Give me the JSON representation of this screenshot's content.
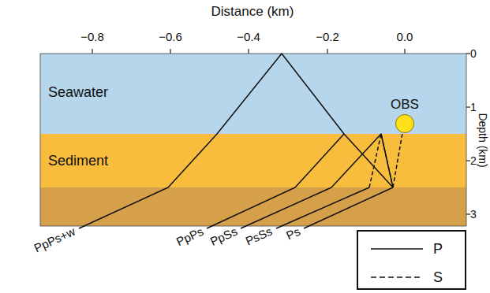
{
  "diagram": {
    "nodes": [
      {
        "text": [
          "Seawater"
        ]
      },
      {
        "text": [
          "OBS"
        ],
        "in": 0
      },
      {
        "text": [
          "Sediment"
        ]
      }
    ],
    "labels": [
      "Distance (km)",
      "−0.8",
      "−0.6",
      "−0.4",
      "−0.2",
      "0.0",
      "0",
      "1",
      "2",
      "3",
      "Depth (km)",
      "PpPs+w",
      "PpPs",
      "PpSs",
      "PsSs",
      "Ps"
    ],
    "legend": [
      {
        "text": "P"
      },
      {
        "text": "S"
      }
    ]
  }
}
